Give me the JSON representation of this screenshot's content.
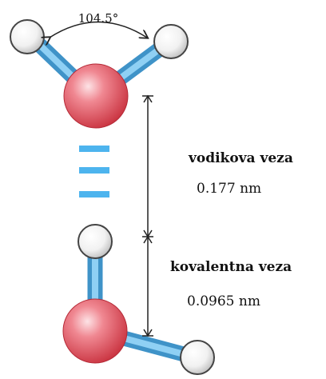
{
  "angle": {
    "label": "104.5°"
  },
  "hydrogen_bond": {
    "name": "vodikova veza",
    "length": "0.177 nm"
  },
  "covalent_bond": {
    "name": "kovalentna veza",
    "length": "0.0965 nm"
  },
  "colors": {
    "oxygen": "#e05a67",
    "hydrogen": "#f4f4f4",
    "bond_stick": "#6ab8e4",
    "hbond_dash": "#4db4ee",
    "dimension_line": "#222222"
  }
}
